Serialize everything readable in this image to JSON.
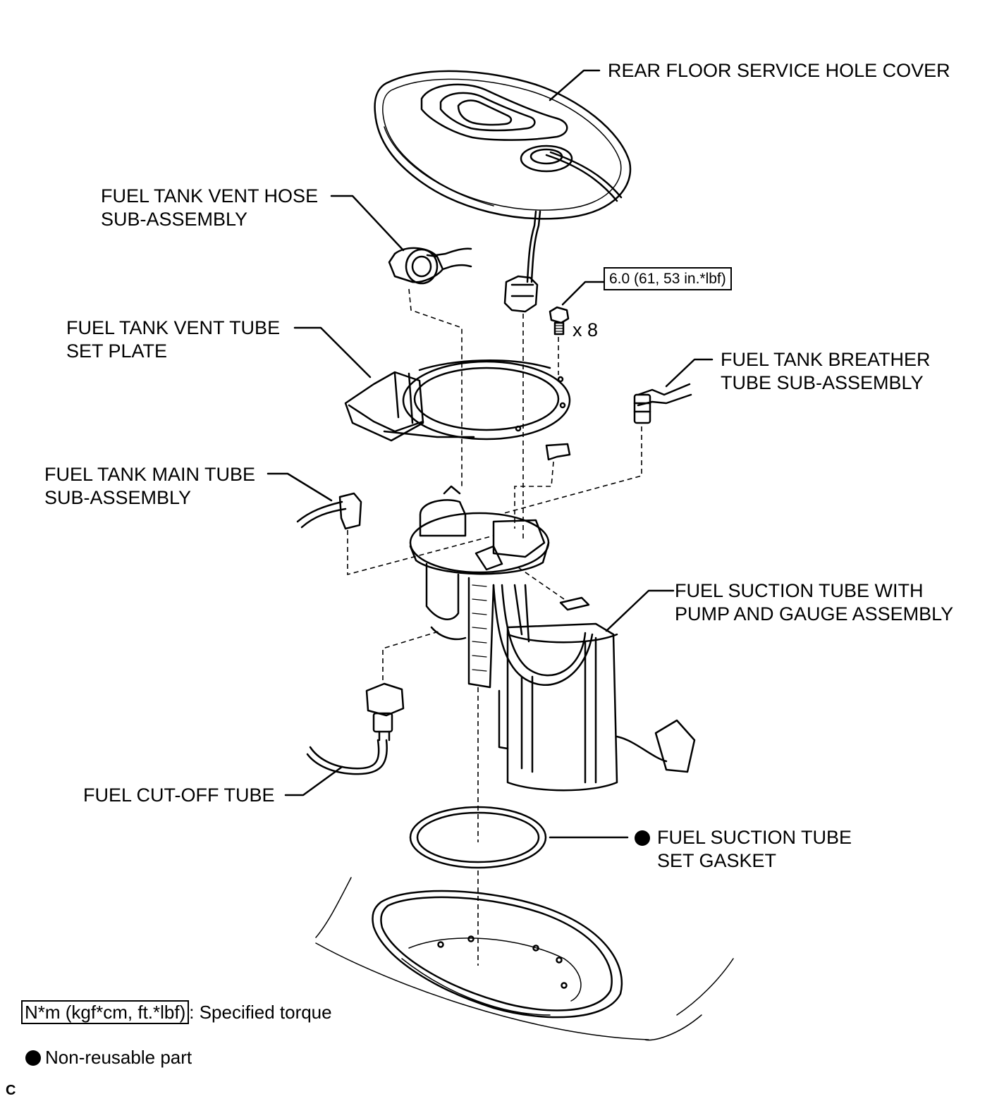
{
  "labels": {
    "rear_floor_cover": "REAR FLOOR SERVICE HOLE COVER",
    "vent_hose_l1": "FUEL TANK VENT HOSE",
    "vent_hose_l2": "SUB-ASSEMBLY",
    "vent_plate_l1": "FUEL TANK VENT TUBE",
    "vent_plate_l2": "SET PLATE",
    "breather_l1": "FUEL TANK BREATHER",
    "breather_l2": "TUBE SUB-ASSEMBLY",
    "main_tube_l1": "FUEL TANK MAIN TUBE",
    "main_tube_l2": "SUB-ASSEMBLY",
    "suction_l1": "FUEL SUCTION TUBE WITH",
    "suction_l2": "PUMP AND GAUGE ASSEMBLY",
    "cutoff": "FUEL CUT-OFF TUBE",
    "gasket_l1": "FUEL SUCTION TUBE",
    "gasket_l2": "SET GASKET"
  },
  "torque": "6.0 (61, 53 in.*lbf)",
  "bolt_qty": "x 8",
  "legend": {
    "torque_box": "N*m (kgf*cm, ft.*lbf)",
    "torque_text": ": Specified torque",
    "non_reusable": "Non-reusable part"
  },
  "figure_code": "C"
}
